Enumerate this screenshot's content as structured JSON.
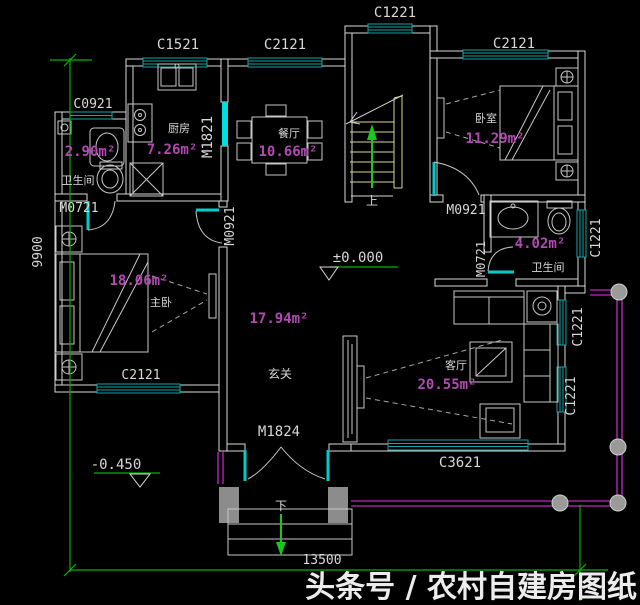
{
  "watermark": "头条号 / 农村自建房图纸",
  "plan": {
    "windows": {
      "c0921": "C0921",
      "c1521": "C1521",
      "c2121_dining": "C2121",
      "c1221_stairwell": "C1221",
      "c2121_bedroom": "C2121",
      "c2121_master": "C2121",
      "c3621": "C3621",
      "c1221_bathroom": "C1221",
      "c1221_living_upper": "C1221",
      "c1221_living_lower": "C1221"
    },
    "doors": {
      "m0721_left_bath": "M0721",
      "m1821_kitchen": "M1821",
      "m0921_master": "M0921",
      "m0921_bedroom": "M0921",
      "m0721_right_bath": "M0721",
      "m1824_entry": "M1824"
    },
    "rooms": {
      "kitchen": {
        "name": "厨房",
        "area": "7.26m²"
      },
      "dining": {
        "name": "餐厅",
        "area": "10.66m²"
      },
      "bedroom": {
        "name": "卧室",
        "area": "11.29m²"
      },
      "left_bathroom": {
        "name": "卫生间",
        "area": "2.90m²"
      },
      "right_bathroom": {
        "name": "卫生间",
        "area": "4.02m²"
      },
      "master_bedroom": {
        "name": "主卧",
        "area": "18.06m²"
      },
      "foyer": {
        "name": "玄关",
        "area": "17.94m²"
      },
      "living": {
        "name": "客厅",
        "area": "20.55m²"
      }
    },
    "levels": {
      "indoor": "±0.000",
      "outdoor": "-0.450"
    },
    "stairs": {
      "up": "上",
      "down": "下"
    },
    "dimensions": {
      "left_height": "9900",
      "bottom_width": "13500"
    }
  },
  "colors": {
    "background": "#000000",
    "wall_line": "#d9d9d9",
    "window": "#16a6a6",
    "door_leaf": "#00cccc",
    "area_label": "#b448b4",
    "dimension_line": "#00b400",
    "terrace_line": "#a121a1",
    "stair_tread": "#d8d890",
    "column_fill": "#9a9a9a"
  }
}
